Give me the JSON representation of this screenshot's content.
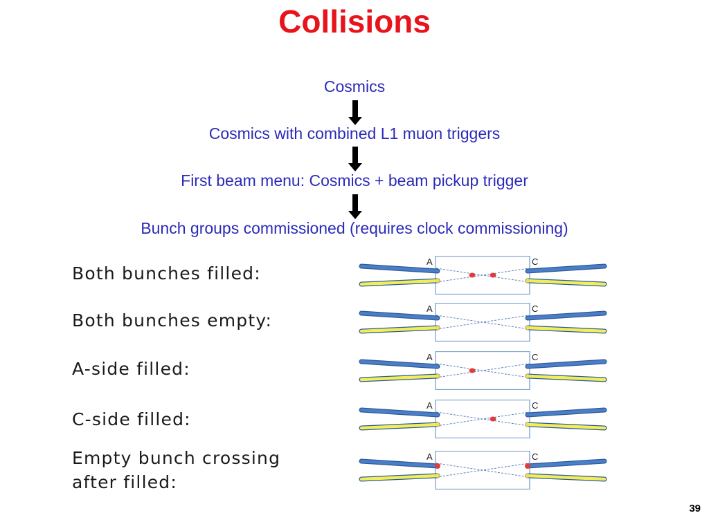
{
  "slide": {
    "title": "Collisions",
    "page_number": "39"
  },
  "flow": [
    "Cosmics",
    "Cosmics with combined L1 muon triggers",
    "First beam menu:  Cosmics + beam pickup trigger",
    "Bunch groups commissioned (requires clock commissioning)"
  ],
  "rows": [
    {
      "label_line1": "Both bunches filled:",
      "label_line2": "",
      "side_a": "A",
      "side_c": "C",
      "collision_dots": 2,
      "beam_end_marks": false
    },
    {
      "label_line1": "Both bunches empty:",
      "label_line2": "",
      "side_a": "A",
      "side_c": "C",
      "collision_dots": 0,
      "beam_end_marks": false
    },
    {
      "label_line1": "A-side filled:",
      "label_line2": "",
      "side_a": "A",
      "side_c": "C",
      "collision_dots": 1,
      "beam_end_marks": false
    },
    {
      "label_line1": "C-side filled:",
      "label_line2": "",
      "side_a": "A",
      "side_c": "C",
      "collision_dots": 1,
      "beam_end_marks": false
    },
    {
      "label_line1": "Empty bunch crossing",
      "label_line2": "after filled:",
      "side_a": "A",
      "side_c": "C",
      "collision_dots": 0,
      "beam_end_marks": true
    }
  ],
  "colors": {
    "title": "#e8141b",
    "flow_text": "#2a2ab8",
    "beam_pipe": "#4a7fc8",
    "beam_fill": "#f2ee5a",
    "detector_box": "#7f9fd0",
    "collision_dot": "#e03c3c"
  }
}
